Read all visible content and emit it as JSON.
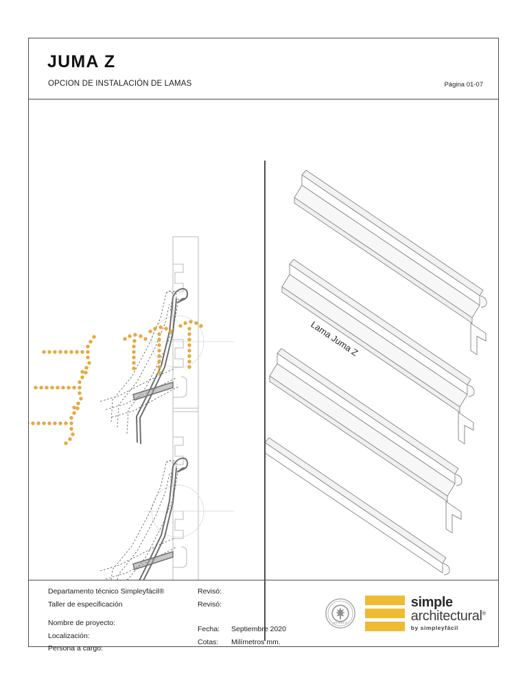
{
  "header": {
    "title": "JUMA Z",
    "subtitle": "OPCION DE INSTALACIÓN DE LAMAS",
    "page_number": "Página 01-07"
  },
  "drawing": {
    "left_panel_name": "section-installation-detail",
    "right_panel_name": "louvre-isometric-view",
    "louvre_label": "Lama Juma Z",
    "arrow_color": "#e8a83c",
    "profile_color": "#6e6e6e",
    "ghost_color": "#555555",
    "mullion_color": "#b7b7b7"
  },
  "footer": {
    "department": "Departamento técnico Simpleyfácil®",
    "workshop": "Taller de especificación",
    "reviewed_1": "Revisó:",
    "reviewed_2": "Revisó:",
    "project_name": "Nombre de proyecto:",
    "location": "Localización:",
    "person_in_charge": "Persona a cargo:",
    "date_key": "Fecha:",
    "date_value": "Septiembre  2020",
    "units_key": "Cotas:",
    "units_value": "Milímetros  mm."
  },
  "logo": {
    "seal_text": "MEMBER",
    "brand_line1": "simple",
    "brand_line2": "architectural",
    "registered": "®",
    "tagline": "by simpleyfácil",
    "bar_color": "#efbb32",
    "bars": [
      1,
      2,
      3
    ]
  }
}
